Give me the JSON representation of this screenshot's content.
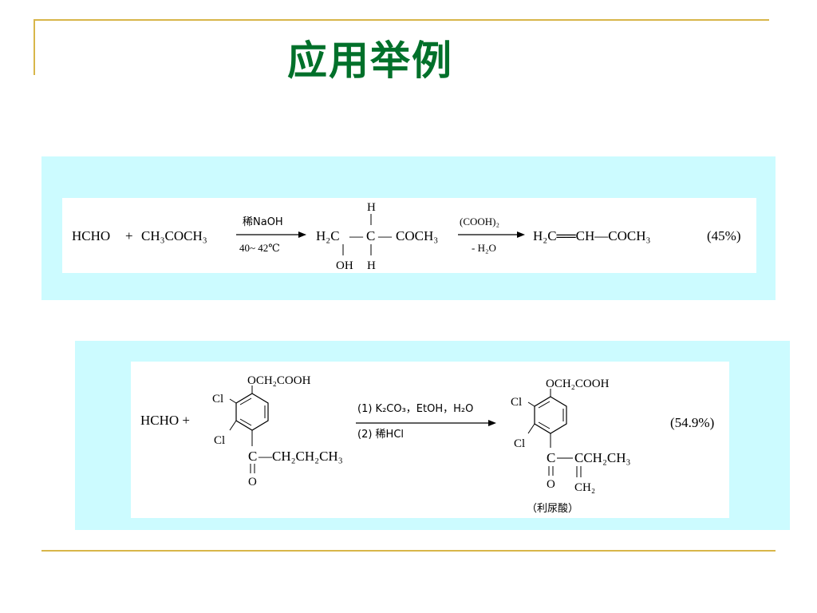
{
  "slide": {
    "title": "应用举例"
  },
  "scheme1": {
    "reactant_1": "HCHO",
    "plus": "+",
    "reactant_2": "CH₃COCH₃",
    "step1_reagent": "稀NaOH",
    "step1_conditions": "40~ 42℃",
    "intermediate": {
      "top_h": "H",
      "left_group": "H₂C",
      "dash_1": "—",
      "center_c": "C",
      "dash_2": "—",
      "right_group": "COCH₃",
      "bottom_oh": "OH",
      "bottom_h": "H"
    },
    "step2_reagent": "(COOH)₂",
    "step2_conditions": "- H₂O",
    "product": "H₂C══CH—COCH₃",
    "yield": "(45%)"
  },
  "scheme2": {
    "reactant_1": "HCHO +",
    "reactant_substituent_top": "OCH₂COOH",
    "reactant_cl_1": "Cl",
    "reactant_cl_2": "Cl",
    "reactant_carbonyl_c": "C",
    "reactant_chain": "—CH₂CH₂CH₃",
    "reactant_carbonyl_o": "O",
    "reagent_line_1": "(1) K₂CO₃，EtOH，H₂O",
    "reagent_line_2": "(2) 稀HCl",
    "product_substituent_top": "OCH₂COOH",
    "product_cl_1": "Cl",
    "product_cl_2": "Cl",
    "product_carbonyl_c": "C",
    "product_chain": "CCH₂CH₃",
    "product_carbonyl_o": "O",
    "product_ch2": "CH₂",
    "product_name": "（利尿酸）",
    "yield": "(54.9%)"
  }
}
